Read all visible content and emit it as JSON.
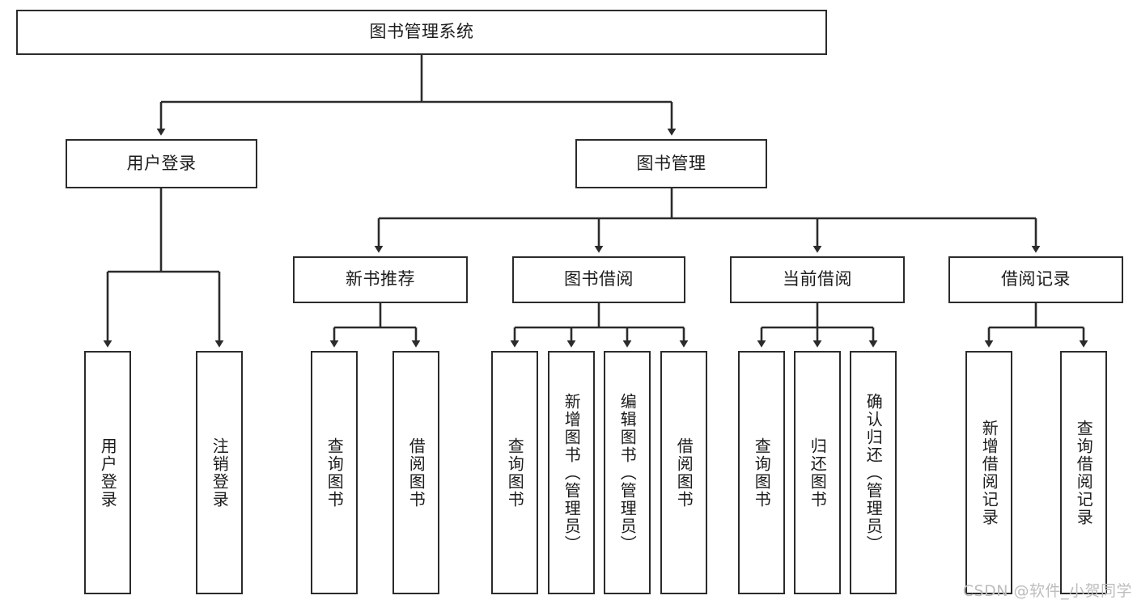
{
  "diagram": {
    "type": "tree-hierarchy-chart",
    "title": "图书管理系统",
    "watermark": "CSDN @软件_小贺同学",
    "colors": {
      "box_border": "#2b2b2b",
      "box_fill": "#ffffff",
      "edge": "#2b2b2b",
      "text": "#1c1c1c",
      "watermark": "#bdbdbd",
      "background": "#ffffff"
    }
  },
  "nodes": {
    "root": {
      "label": "图书管理系统"
    },
    "level2": [
      {
        "label": "用户登录"
      },
      {
        "label": "图书管理"
      }
    ],
    "level3": [
      {
        "label": "新书推荐"
      },
      {
        "label": "图书借阅"
      },
      {
        "label": "当前借阅"
      },
      {
        "label": "借阅记录"
      }
    ],
    "leaves": {
      "user_login": [
        {
          "label": "用户登录"
        },
        {
          "label": "注销登录"
        }
      ],
      "new_book_recommend": [
        {
          "label": "查询图书"
        },
        {
          "label": "借阅图书"
        }
      ],
      "book_borrow": [
        {
          "label": "查询图书"
        },
        {
          "label": "新增图书（管理员）"
        },
        {
          "label": "编辑图书（管理员）"
        },
        {
          "label": "借阅图书"
        }
      ],
      "current_borrow": [
        {
          "label": "查询图书"
        },
        {
          "label": "归还图书"
        },
        {
          "label": "确认归还（管理员）"
        }
      ],
      "borrow_record": [
        {
          "label": "新增借阅记录"
        },
        {
          "label": "查询借阅记录"
        }
      ]
    }
  }
}
